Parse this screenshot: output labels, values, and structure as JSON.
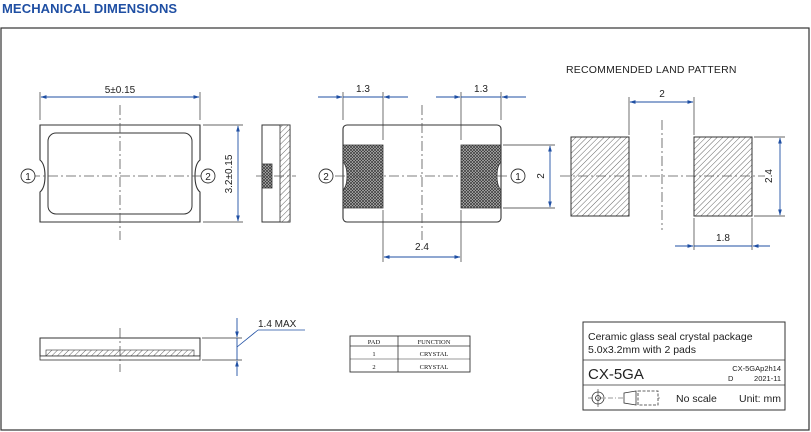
{
  "title": "MECHANICAL DIMENSIONS",
  "dims": {
    "length": "5±0.15",
    "width": "3.2±0.15",
    "pad_w_left": "1.3",
    "pad_w_right": "1.3",
    "pad_gap": "2.4",
    "pad_h": "2",
    "max_height": "1.4 MAX"
  },
  "pads": {
    "p1": "1",
    "p2": "2"
  },
  "land": {
    "title": "RECOMMENDED LAND PATTERN",
    "gap": "2",
    "height": "2.4",
    "width": "1.8"
  },
  "pad_table": {
    "headers": [
      "PAD",
      "FUNCTION"
    ],
    "rows": [
      [
        "1",
        "CRYSTAL"
      ],
      [
        "2",
        "CRYSTAL"
      ]
    ]
  },
  "title_block": {
    "description_1": "Ceramic glass seal crystal package",
    "description_2": "5.0x3.2mm with 2 pads",
    "part": "CX-5GA",
    "drawing_no": "CX-5GAp2h14",
    "rev": "D",
    "date": "2021-11",
    "scale": "No scale",
    "unit": "Unit: mm"
  }
}
